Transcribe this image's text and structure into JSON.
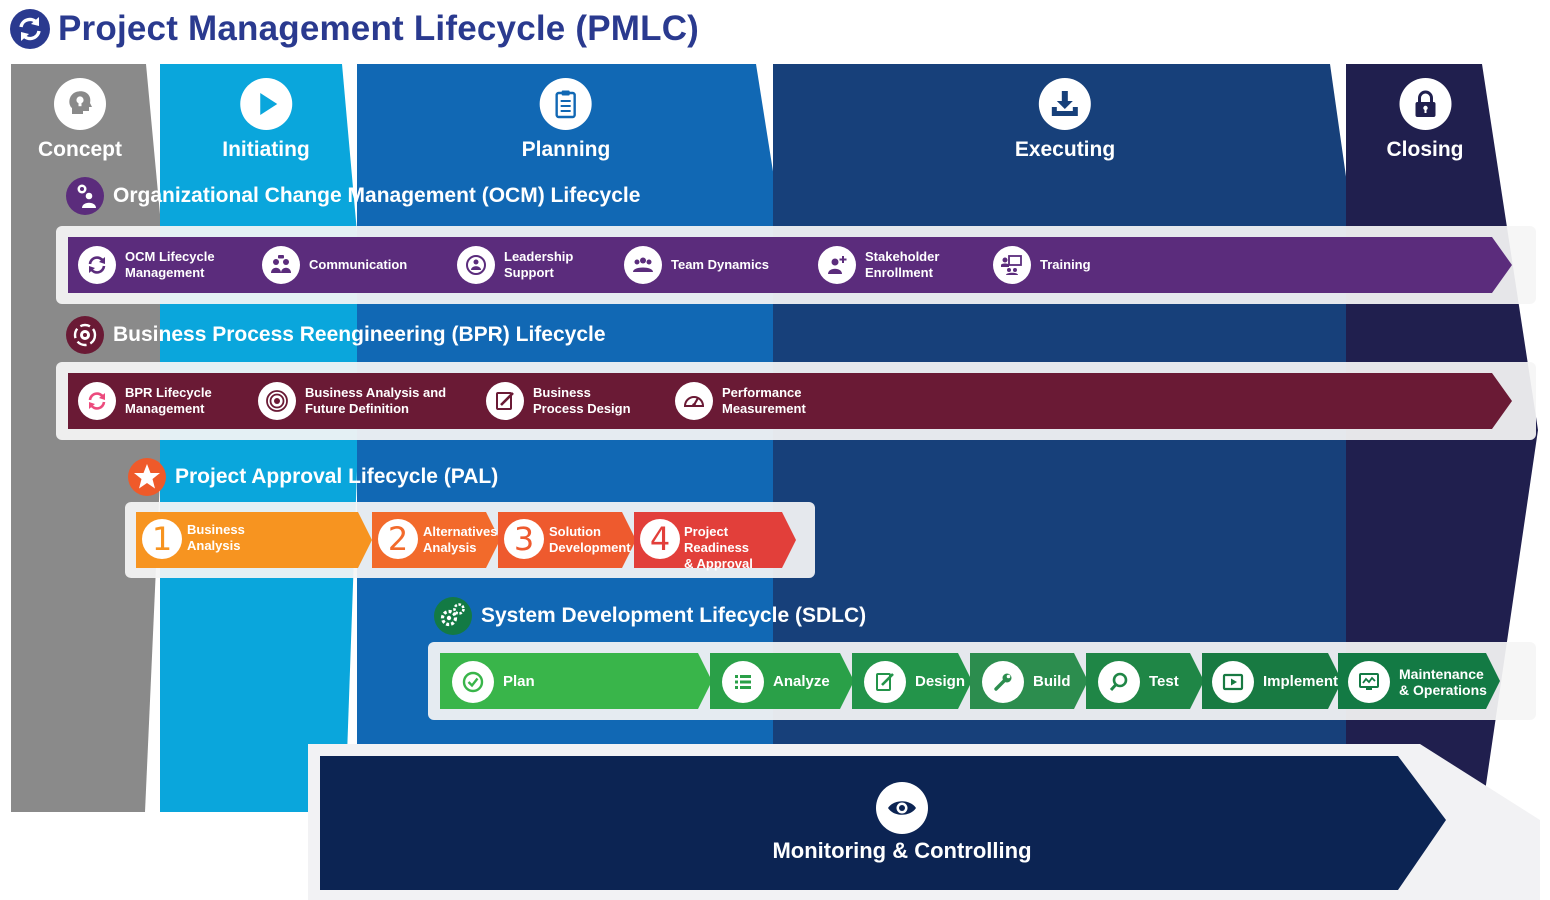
{
  "title": "Project Management Lifecycle (PMLC)",
  "colors": {
    "concept": "#8a8a8a",
    "initiating": "#0aa6dc",
    "planning": "#1168b4",
    "executing": "#17407a",
    "closing": "#201f4e",
    "monitoring": "#0c2453",
    "ocm": "#5b2c7c",
    "bpr": "#6a1a35",
    "pal_1": "#f79420",
    "pal_2": "#f26a2b",
    "pal_3": "#ee5a2e",
    "pal_4": "#e23f3a",
    "sdlc_plan": "#39b54a",
    "sdlc_analyze": "#2aa048",
    "sdlc_design": "#23944a",
    "sdlc_build": "#2c8d4e",
    "sdlc_test": "#1f8646",
    "sdlc_implement": "#187a42",
    "sdlc_maintenance": "#137a44"
  },
  "phases": [
    {
      "label": "Concept",
      "icon": "lightbulb-head-icon"
    },
    {
      "label": "Initiating",
      "icon": "play-icon"
    },
    {
      "label": "Planning",
      "icon": "clipboard-icon"
    },
    {
      "label": "Executing",
      "icon": "download-tray-icon"
    },
    {
      "label": "Closing",
      "icon": "lock-icon"
    }
  ],
  "ocm": {
    "title": "Organizational Change Management (OCM) Lifecycle",
    "items": [
      {
        "label": "OCM Lifecycle\nManagement",
        "icon": "cycle-icon"
      },
      {
        "label": "Communication",
        "icon": "communication-icon"
      },
      {
        "label": "Leadership\nSupport",
        "icon": "leadership-icon"
      },
      {
        "label": "Team Dynamics",
        "icon": "team-icon"
      },
      {
        "label": "Stakeholder\nEnrollment",
        "icon": "add-user-icon"
      },
      {
        "label": "Training",
        "icon": "training-icon"
      }
    ]
  },
  "bpr": {
    "title": "Business Process Reengineering (BPR) Lifecycle",
    "items": [
      {
        "label": "BPR Lifecycle\nManagement",
        "icon": "cycle-icon"
      },
      {
        "label": "Business Analysis and\nFuture Definition",
        "icon": "target-icon"
      },
      {
        "label": "Business\nProcess Design",
        "icon": "design-icon"
      },
      {
        "label": "Performance\nMeasurement",
        "icon": "gauge-icon"
      }
    ]
  },
  "pal": {
    "title": "Project Approval Lifecycle (PAL)",
    "steps": [
      {
        "num": "1",
        "label": "Business\nAnalysis"
      },
      {
        "num": "2",
        "label": "Alternatives\nAnalysis"
      },
      {
        "num": "3",
        "label": "Solution\nDevelopment"
      },
      {
        "num": "4",
        "label": "Project Readiness\n& Approval"
      }
    ]
  },
  "sdlc": {
    "title": "System Development Lifecycle (SDLC)",
    "steps": [
      {
        "label": "Plan",
        "icon": "check-circle-icon"
      },
      {
        "label": "Analyze",
        "icon": "list-icon"
      },
      {
        "label": "Design",
        "icon": "pencil-page-icon"
      },
      {
        "label": "Build",
        "icon": "wrench-icon"
      },
      {
        "label": "Test",
        "icon": "magnifier-icon"
      },
      {
        "label": "Implement",
        "icon": "screen-play-icon"
      },
      {
        "label": "Maintenance\n& Operations",
        "icon": "monitor-chart-icon"
      }
    ]
  },
  "monitoring": {
    "label": "Monitoring & Controlling",
    "icon": "eye-icon"
  }
}
